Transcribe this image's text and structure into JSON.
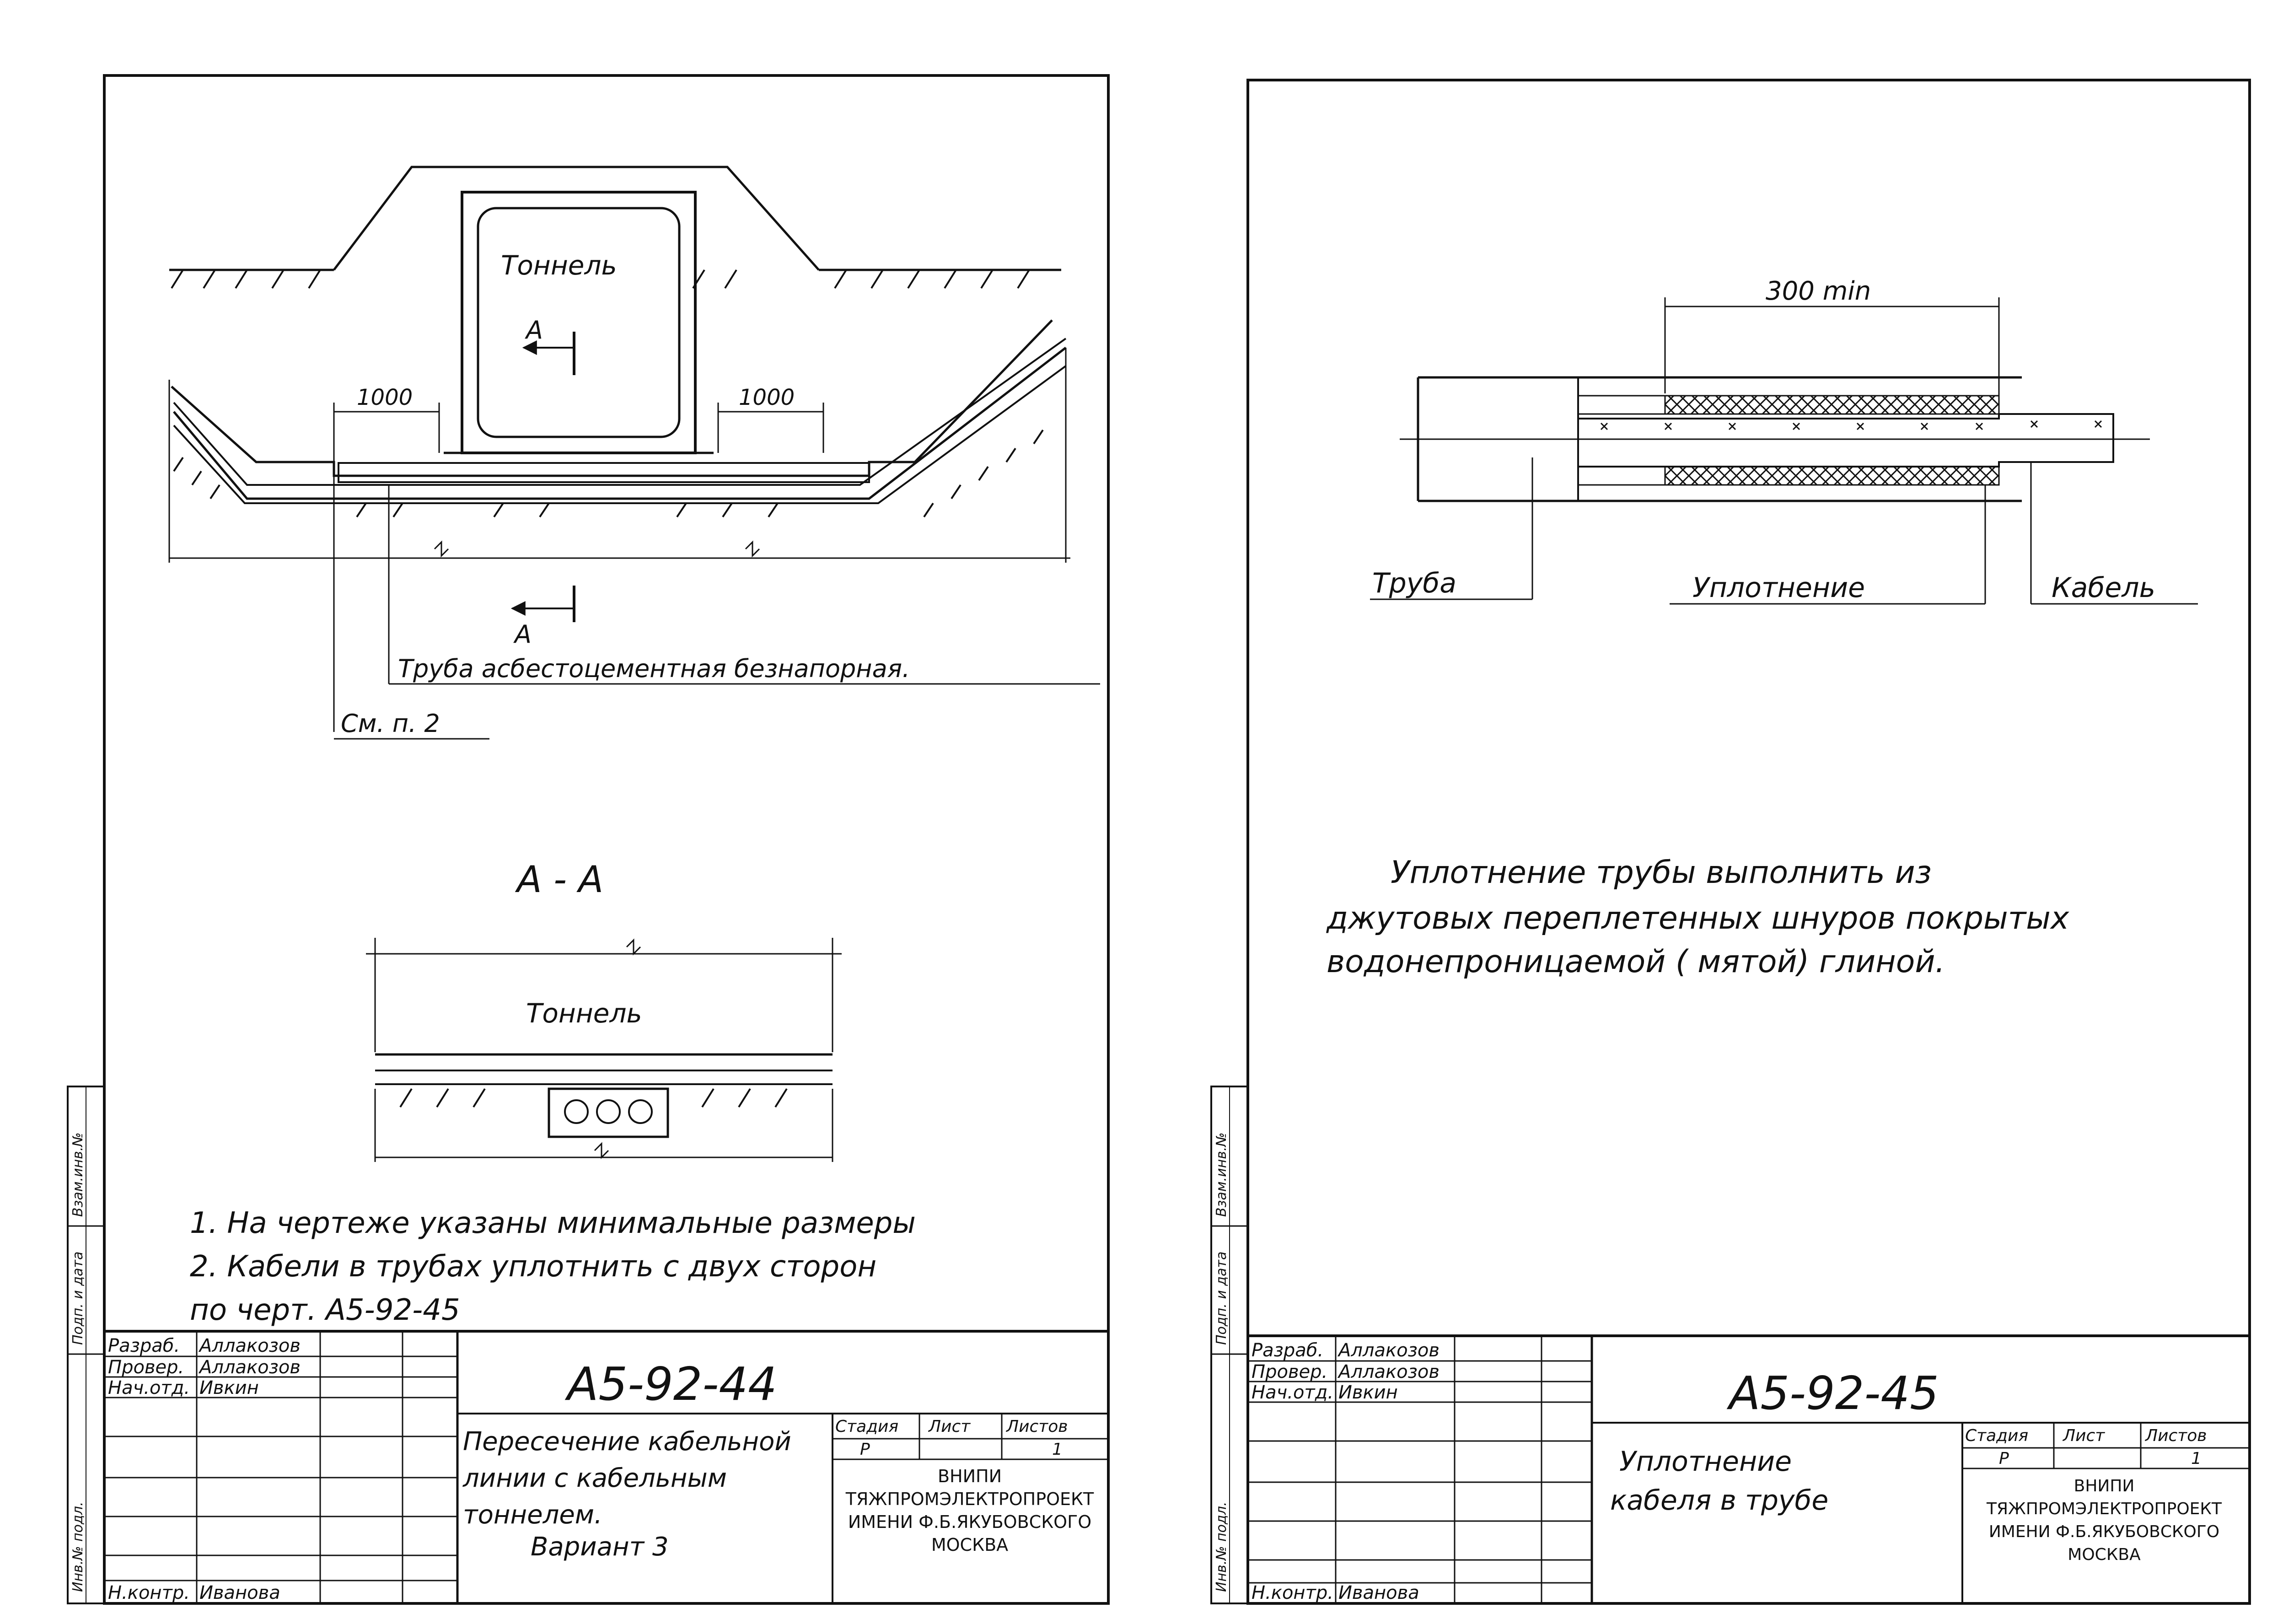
{
  "colors": {
    "ink": "#111111",
    "paper": "#ffffff"
  },
  "left_sheet": {
    "tunnel_label": "Тоннель",
    "section_mark": "А",
    "dim_left": "1000",
    "dim_right": "1000",
    "pipe_label": "Труба асбестоцементная безнапорная.",
    "see_note": "См. п. 2",
    "section_title": "А - А",
    "section_tunnel_label": "Тоннель",
    "notes": [
      "1. На чертеже указаны минимальные размеры",
      "2. Кабели в трубах уплотнить с двух сторон",
      "по черт. А5-92-45"
    ],
    "side_stamp": [
      "Инв.№ подл.",
      "Подп. и дата",
      "Взам.инв.№"
    ],
    "title_block": {
      "code": "А5-92-44",
      "rows": [
        {
          "role": "Разраб.",
          "name": "Аллакозов"
        },
        {
          "role": "Провер.",
          "name": "Аллакозов"
        },
        {
          "role": "Нач.отд.",
          "name": "Ивкин"
        },
        {
          "role": "Н.контр.",
          "name": "Иванова"
        }
      ],
      "title_lines": [
        "Пересечение кабельной",
        "линии с кабельным",
        "тоннелем.",
        "Вариант 3"
      ],
      "stage_header": "Стадия",
      "sheet_header": "Лист",
      "sheets_header": "Листов",
      "stage_value": "Р",
      "sheets_value": "1",
      "org_lines": [
        "ВНИПИ",
        "ТЯЖПРОМЭЛЕКТРОПРОЕКТ",
        "ИМЕНИ Ф.Б.ЯКУБОВСКОГО",
        "МОСКВА"
      ]
    }
  },
  "right_sheet": {
    "dim_label": "300 min",
    "label_pipe": "Труба",
    "label_seal": "Уплотнение",
    "label_cable": "Кабель",
    "text_lines": [
      "Уплотнение трубы выполнить из",
      "джутовых переплетенных шнуров покрытых",
      "водонепроницаемой ( мятой) глиной."
    ],
    "side_stamp": [
      "Инв.№ подл.",
      "Подп. и дата",
      "Взам.инв.№"
    ],
    "title_block": {
      "code": "А5-92-45",
      "rows": [
        {
          "role": "Разраб.",
          "name": "Аллакозов"
        },
        {
          "role": "Провер.",
          "name": "Аллакозов"
        },
        {
          "role": "Нач.отд.",
          "name": "Ивкин"
        },
        {
          "role": "Н.контр.",
          "name": "Иванова"
        }
      ],
      "title_lines": [
        "Уплотнение",
        "кабеля в трубе"
      ],
      "stage_header": "Стадия",
      "sheet_header": "Лист",
      "sheets_header": "Листов",
      "stage_value": "Р",
      "sheets_value": "1",
      "org_lines": [
        "ВНИПИ",
        "ТЯЖПРОМЭЛЕКТРОПРОЕКТ",
        "ИМЕНИ Ф.Б.ЯКУБОВСКОГО",
        "МОСКВА"
      ]
    }
  }
}
